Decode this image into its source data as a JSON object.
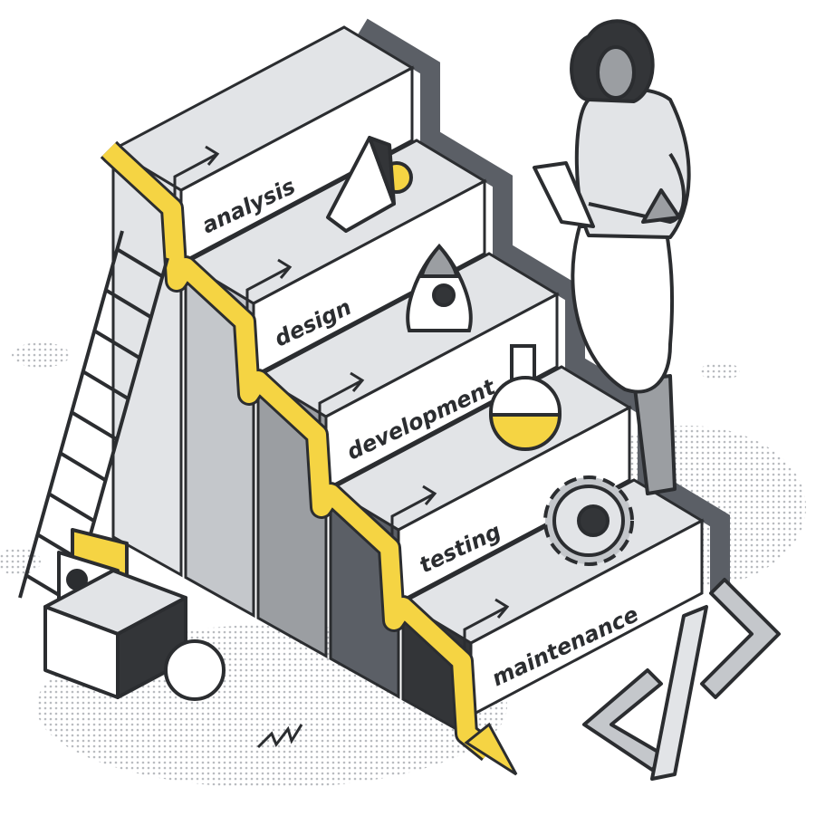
{
  "illustration": {
    "steps": [
      {
        "label": "analysis",
        "object": "wedge"
      },
      {
        "label": "design",
        "object": "rocket"
      },
      {
        "label": "development",
        "object": "flask"
      },
      {
        "label": "testing",
        "object": "gear"
      },
      {
        "label": "maintenance",
        "object": "code-symbol"
      }
    ],
    "colors": {
      "ink": "#2b2d30",
      "accent": "#f5d443",
      "light": "#e2e4e7",
      "mid": "#c4c7cb",
      "gray": "#9b9ea2",
      "dark": "#5b5f66",
      "darkest": "#333538"
    }
  }
}
